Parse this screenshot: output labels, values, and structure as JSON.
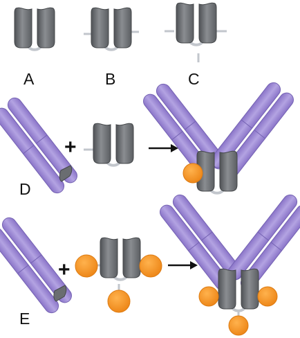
{
  "labels": {
    "a": "A",
    "b": "B",
    "c": "C",
    "d": "D",
    "e": "E"
  },
  "operators": {
    "plus": "+"
  },
  "colors": {
    "scaffold_dark": "#55585c",
    "scaffold_mid": "#7e8185",
    "scaffold_light": "#a4a7aa",
    "linker": "#c2c6cc",
    "arm_fill": "#9b86d2",
    "arm_edge": "#7563b3",
    "payload_fill": "#f39322",
    "payload_edge": "#dd7b12"
  }
}
